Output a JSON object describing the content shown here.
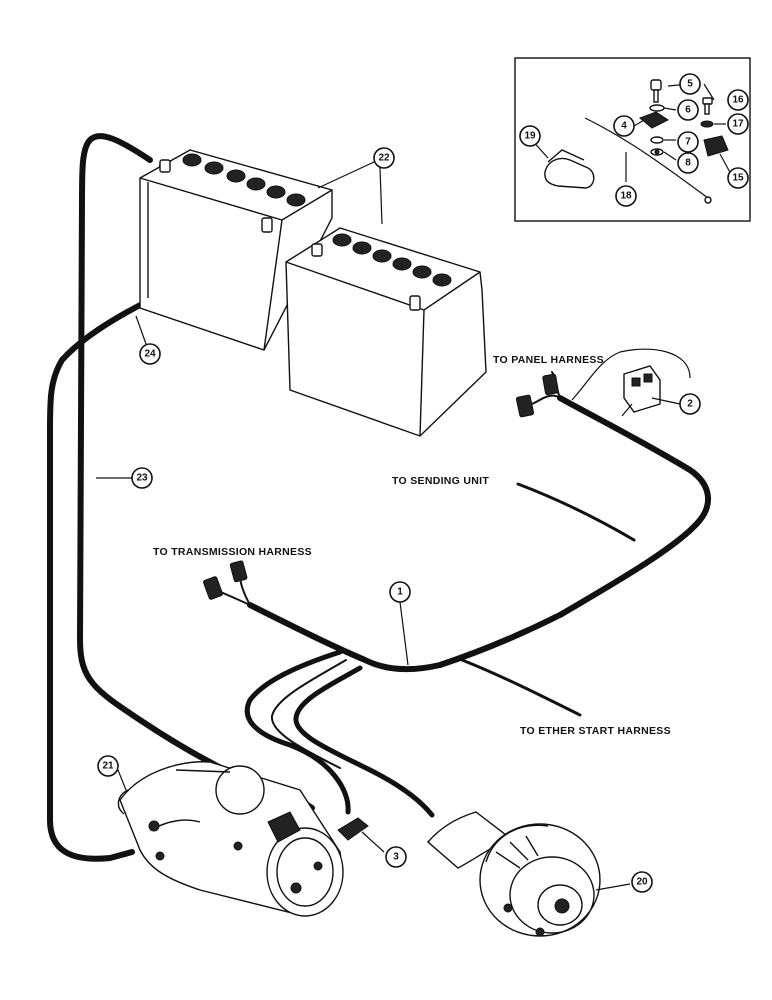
{
  "labels": {
    "panel_harness": "TO PANEL HARNESS",
    "sending_unit": "TO SENDING UNIT",
    "transmission_harness": "TO TRANSMISSION HARNESS",
    "ether_start_harness": "TO ETHER START HARNESS"
  },
  "callouts": {
    "c1": "1",
    "c2": "2",
    "c3": "3",
    "c4": "4",
    "c5": "5",
    "c6": "6",
    "c7": "7",
    "c8": "8",
    "c15": "15",
    "c16": "16",
    "c17": "17",
    "c18": "18",
    "c19": "19",
    "c20": "20",
    "c21": "21",
    "c22": "22",
    "c23": "23",
    "c24": "24"
  }
}
